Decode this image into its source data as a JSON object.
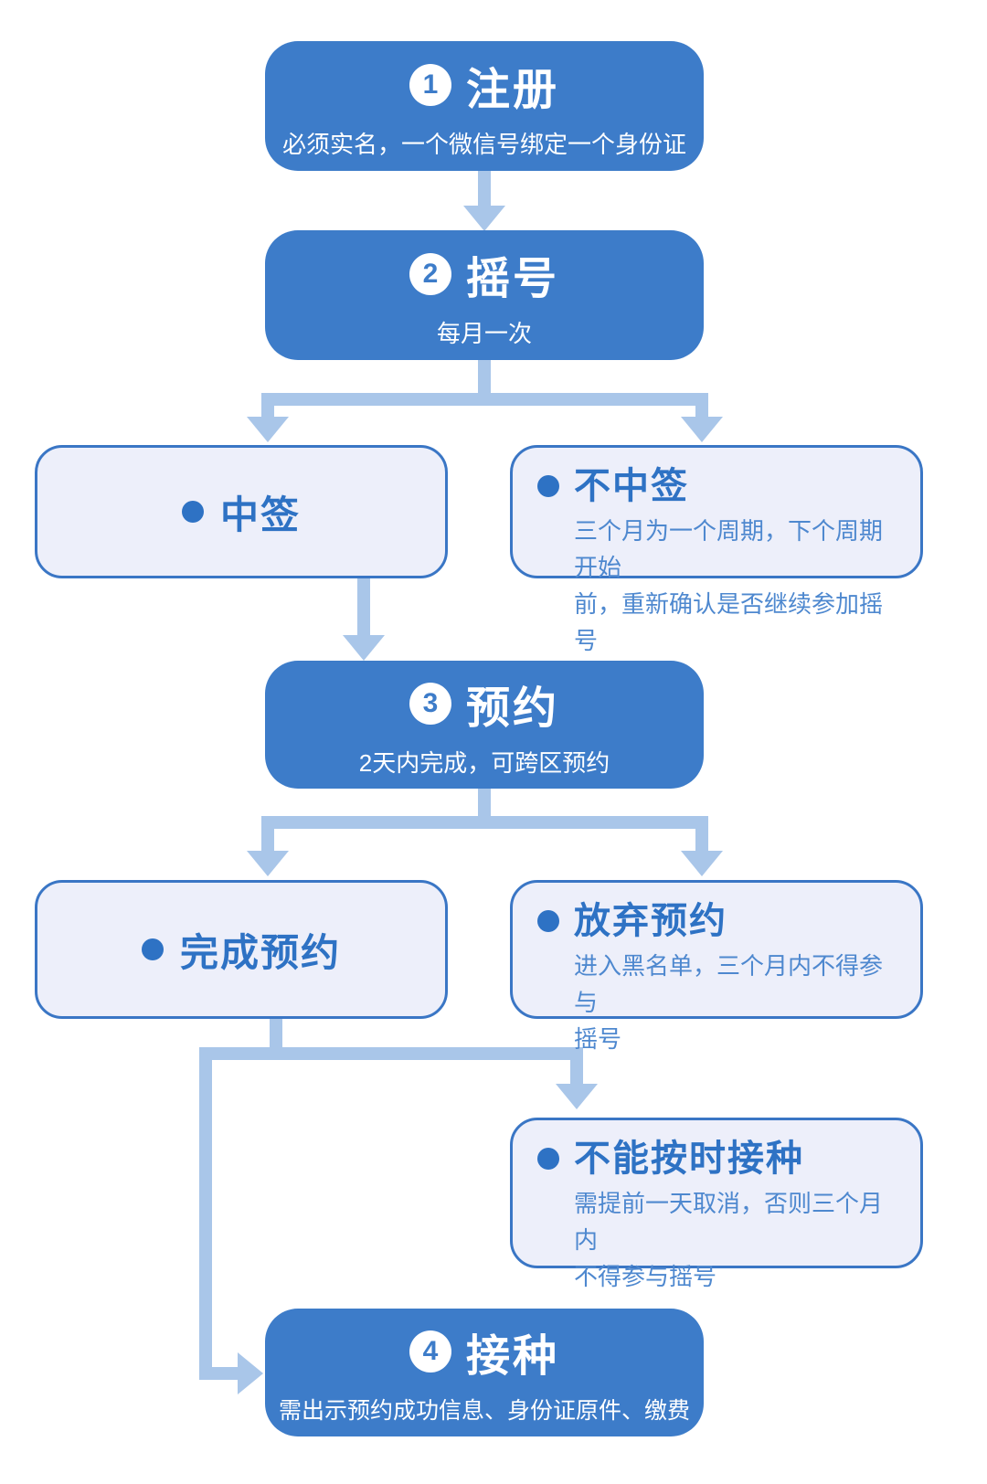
{
  "colors": {
    "primary-blue": "#3d7cc9",
    "arrow-blue": "#a9c6e9",
    "light-fill": "#edeffa",
    "light-border": "#3a76c5",
    "light-title": "#2e72c4",
    "light-body": "#4e88cf",
    "text-on-blue": "#ffffff",
    "background": "#ffffff"
  },
  "nodes": {
    "register": {
      "number": "1",
      "title": "注册",
      "subtitle": "必须实名，一个微信号绑定一个身份证"
    },
    "lottery": {
      "number": "2",
      "title": "摇号",
      "subtitle": "每月一次"
    },
    "win": {
      "title": "中签"
    },
    "lose": {
      "title": "不中签",
      "body": [
        "三个月为一个周期，下个周期开始",
        "前，重新确认是否继续参加摇号"
      ]
    },
    "book": {
      "number": "3",
      "title": "预约",
      "subtitle": "2天内完成，可跨区预约"
    },
    "complete": {
      "title": "完成预约"
    },
    "abandon": {
      "title": "放弃预约",
      "body": [
        "进入黑名单，三个月内不得参与",
        "摇号"
      ]
    },
    "miss": {
      "title": "不能按时接种",
      "body": [
        "需提前一天取消，否则三个月内",
        "不得参与摇号"
      ]
    },
    "vaccinate": {
      "number": "4",
      "title": "接种",
      "subtitle": "需出示预约成功信息、身份证原件、缴费"
    }
  }
}
